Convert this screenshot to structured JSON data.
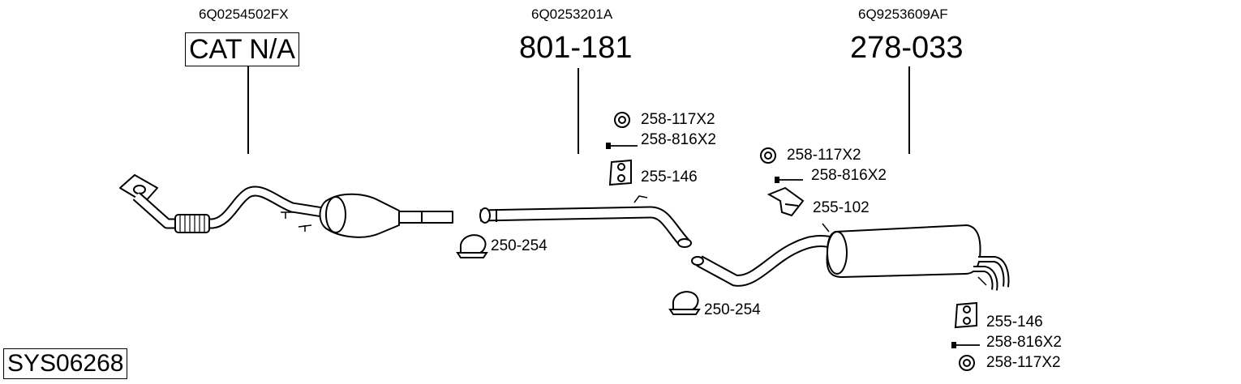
{
  "diagram": {
    "system_code": "SYS06268",
    "sections": [
      {
        "oem": "6Q0254502FX",
        "part_number": "CAT N/A"
      },
      {
        "oem": "6Q0253201A",
        "part_number": "801-181"
      },
      {
        "oem": "6Q9253609AF",
        "part_number": "278-033"
      }
    ],
    "fittings": {
      "clamp_1": "250-254",
      "ring_1": "258-117X2",
      "bolt_1": "258-816X2",
      "hanger_1": "255-146",
      "ring_2": "258-117X2",
      "bolt_2": "258-816X2",
      "bracket_1": "255-102",
      "clamp_2": "250-254",
      "hanger_2": "255-146",
      "bolt_3": "258-816X2",
      "ring_3": "258-117X2"
    }
  }
}
